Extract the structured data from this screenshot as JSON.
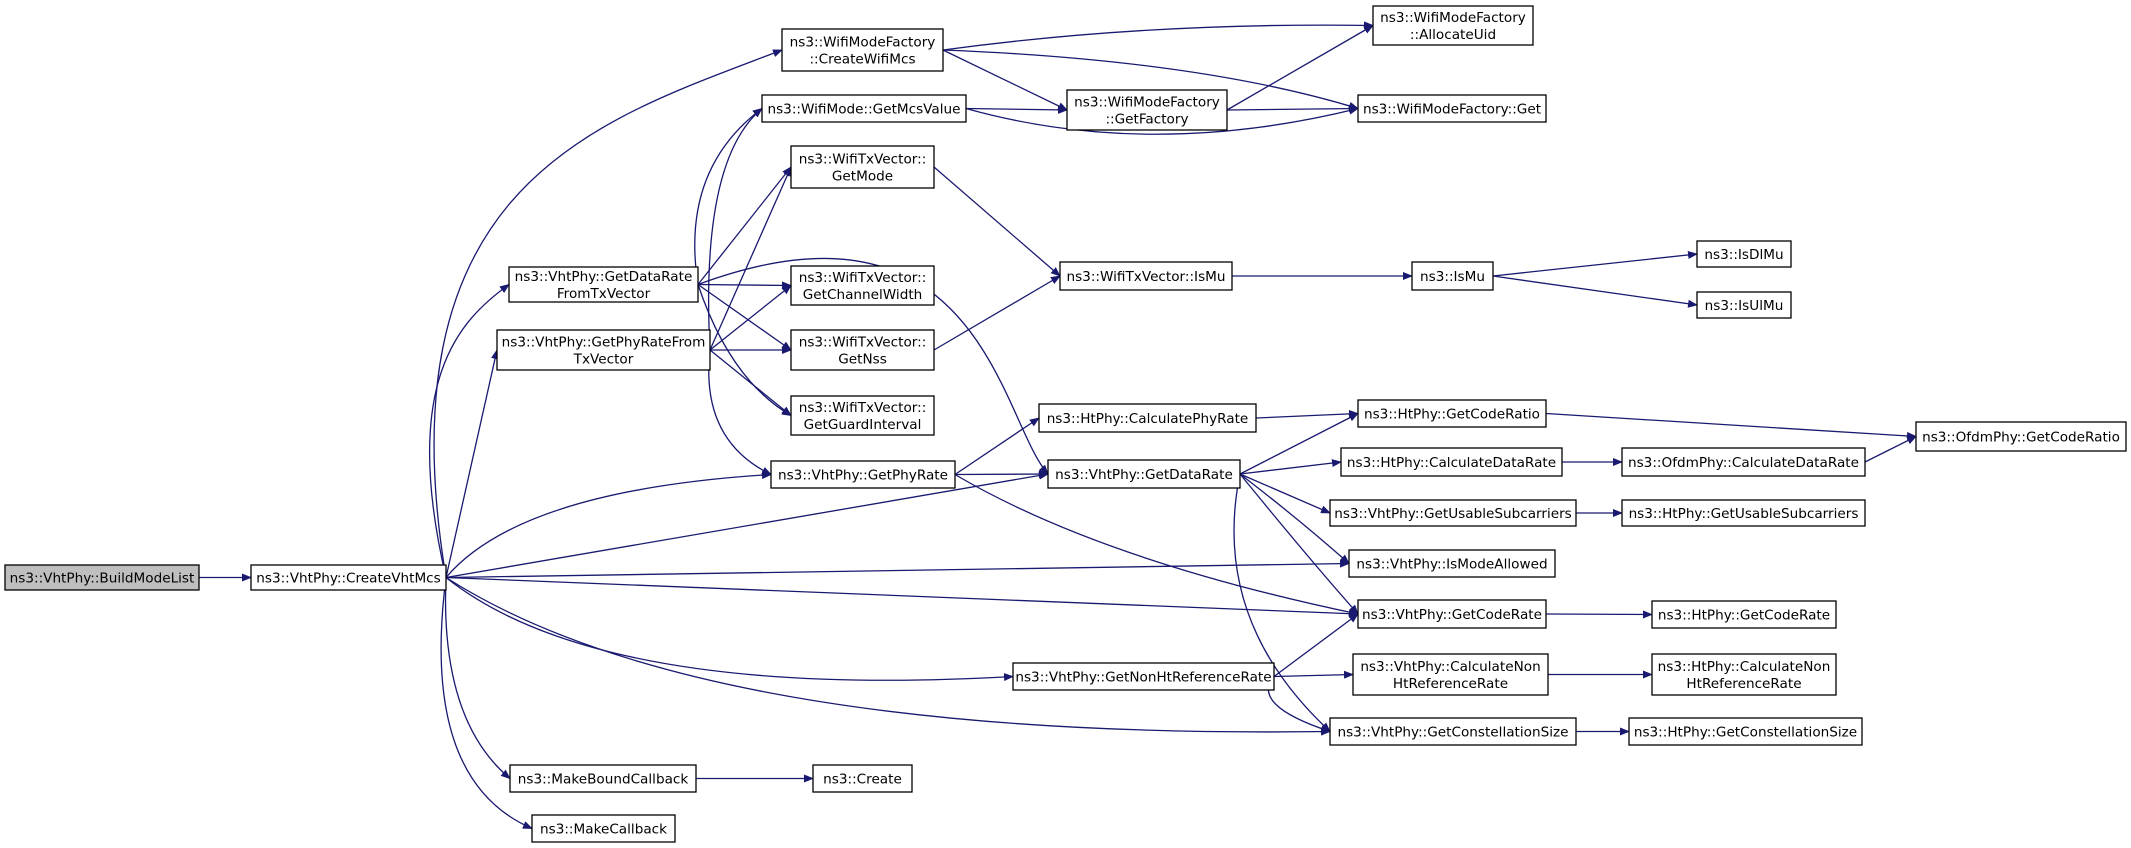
{
  "diagram": {
    "edge_color": "#191970",
    "root_fill": "#bfbfbf",
    "nodes": [
      {
        "id": "buildmodelist",
        "lines": [
          "ns3::VhtPhy::BuildModeList"
        ],
        "root": true
      },
      {
        "id": "createvhtmcs",
        "lines": [
          "ns3::VhtPhy::CreateVhtMcs"
        ]
      },
      {
        "id": "createwifimcs",
        "lines": [
          "ns3::WifiModeFactory",
          "::CreateWifiMcs"
        ]
      },
      {
        "id": "allocateuid",
        "lines": [
          "ns3::WifiModeFactory",
          "::AllocateUid"
        ]
      },
      {
        "id": "getfactory",
        "lines": [
          "ns3::WifiModeFactory",
          "::GetFactory"
        ]
      },
      {
        "id": "factoryget",
        "lines": [
          "ns3::WifiModeFactory::Get"
        ]
      },
      {
        "id": "getmcsvalue",
        "lines": [
          "ns3::WifiMode::GetMcsValue"
        ]
      },
      {
        "id": "getmode",
        "lines": [
          "ns3::WifiTxVector::",
          "GetMode"
        ]
      },
      {
        "id": "getdatarate_txv",
        "lines": [
          "ns3::VhtPhy::GetDataRate",
          "FromTxVector"
        ]
      },
      {
        "id": "getchannelwidth",
        "lines": [
          "ns3::WifiTxVector::",
          "GetChannelWidth"
        ]
      },
      {
        "id": "getphyrate_txv",
        "lines": [
          "ns3::VhtPhy::GetPhyRateFrom",
          "TxVector"
        ]
      },
      {
        "id": "getnss",
        "lines": [
          "ns3::WifiTxVector::",
          "GetNss"
        ]
      },
      {
        "id": "getguardinterval",
        "lines": [
          "ns3::WifiTxVector::",
          "GetGuardInterval"
        ]
      },
      {
        "id": "txismu",
        "lines": [
          "ns3::WifiTxVector::IsMu"
        ]
      },
      {
        "id": "ismu",
        "lines": [
          "ns3::IsMu"
        ]
      },
      {
        "id": "isdlmu",
        "lines": [
          "ns3::IsDlMu"
        ]
      },
      {
        "id": "isulmu",
        "lines": [
          "ns3::IsUlMu"
        ]
      },
      {
        "id": "ht_calcphyrate",
        "lines": [
          "ns3::HtPhy::CalculatePhyRate"
        ]
      },
      {
        "id": "ht_getcoderatio",
        "lines": [
          "ns3::HtPhy::GetCodeRatio"
        ]
      },
      {
        "id": "ofdm_getcoderatio",
        "lines": [
          "ns3::OfdmPhy::GetCodeRatio"
        ]
      },
      {
        "id": "vht_getphyrate",
        "lines": [
          "ns3::VhtPhy::GetPhyRate"
        ]
      },
      {
        "id": "vht_getdatarate",
        "lines": [
          "ns3::VhtPhy::GetDataRate"
        ]
      },
      {
        "id": "ht_calcdatarate",
        "lines": [
          "ns3::HtPhy::CalculateDataRate"
        ]
      },
      {
        "id": "ofdm_calcdatarate",
        "lines": [
          "ns3::OfdmPhy::CalculateDataRate"
        ]
      },
      {
        "id": "vht_getusable",
        "lines": [
          "ns3::VhtPhy::GetUsableSubcarriers"
        ]
      },
      {
        "id": "ht_getusable",
        "lines": [
          "ns3::HtPhy::GetUsableSubcarriers"
        ]
      },
      {
        "id": "ismodeallowed",
        "lines": [
          "ns3::VhtPhy::IsModeAllowed"
        ]
      },
      {
        "id": "vht_getcoderate",
        "lines": [
          "ns3::VhtPhy::GetCodeRate"
        ]
      },
      {
        "id": "ht_getcoderate",
        "lines": [
          "ns3::HtPhy::GetCodeRate"
        ]
      },
      {
        "id": "vht_getnonht",
        "lines": [
          "ns3::VhtPhy::GetNonHtReferenceRate"
        ]
      },
      {
        "id": "vht_calcnonht",
        "lines": [
          "ns3::VhtPhy::CalculateNon",
          "HtReferenceRate"
        ]
      },
      {
        "id": "ht_calcnonht",
        "lines": [
          "ns3::HtPhy::CalculateNon",
          "HtReferenceRate"
        ]
      },
      {
        "id": "vht_getconst",
        "lines": [
          "ns3::VhtPhy::GetConstellationSize"
        ]
      },
      {
        "id": "ht_getconst",
        "lines": [
          "ns3::HtPhy::GetConstellationSize"
        ]
      },
      {
        "id": "makeboundcallback",
        "lines": [
          "ns3::MakeBoundCallback"
        ]
      },
      {
        "id": "create",
        "lines": [
          "ns3::Create"
        ]
      },
      {
        "id": "makecallback",
        "lines": [
          "ns3::MakeCallback"
        ]
      }
    ],
    "edges": [
      [
        "buildmodelist",
        "createvhtmcs"
      ],
      [
        "createvhtmcs",
        "createwifimcs"
      ],
      [
        "createvhtmcs",
        "getdatarate_txv"
      ],
      [
        "createvhtmcs",
        "getphyrate_txv"
      ],
      [
        "createvhtmcs",
        "vht_getphyrate"
      ],
      [
        "createvhtmcs",
        "vht_getdatarate"
      ],
      [
        "createvhtmcs",
        "ismodeallowed"
      ],
      [
        "createvhtmcs",
        "vht_getcoderate"
      ],
      [
        "createvhtmcs",
        "vht_getnonht"
      ],
      [
        "createvhtmcs",
        "vht_getconst"
      ],
      [
        "createvhtmcs",
        "makeboundcallback"
      ],
      [
        "createvhtmcs",
        "makecallback"
      ],
      [
        "createwifimcs",
        "allocateuid"
      ],
      [
        "createwifimcs",
        "getfactory"
      ],
      [
        "createwifimcs",
        "factoryget"
      ],
      [
        "getfactory",
        "allocateuid"
      ],
      [
        "getfactory",
        "factoryget"
      ],
      [
        "getmcsvalue",
        "getfactory"
      ],
      [
        "getmcsvalue",
        "factoryget"
      ],
      [
        "getdatarate_txv",
        "getmcsvalue"
      ],
      [
        "getdatarate_txv",
        "getmode"
      ],
      [
        "getdatarate_txv",
        "getchannelwidth"
      ],
      [
        "getdatarate_txv",
        "getnss"
      ],
      [
        "getdatarate_txv",
        "getguardinterval"
      ],
      [
        "getdatarate_txv",
        "vht_getdatarate"
      ],
      [
        "getphyrate_txv",
        "getmcsvalue"
      ],
      [
        "getphyrate_txv",
        "getmode"
      ],
      [
        "getphyrate_txv",
        "getchannelwidth"
      ],
      [
        "getphyrate_txv",
        "getnss"
      ],
      [
        "getphyrate_txv",
        "getguardinterval"
      ],
      [
        "getphyrate_txv",
        "vht_getphyrate"
      ],
      [
        "getmode",
        "txismu"
      ],
      [
        "getnss",
        "txismu"
      ],
      [
        "txismu",
        "ismu"
      ],
      [
        "ismu",
        "isdlmu"
      ],
      [
        "ismu",
        "isulmu"
      ],
      [
        "vht_getphyrate",
        "ht_calcphyrate"
      ],
      [
        "vht_getphyrate",
        "vht_getdatarate"
      ],
      [
        "vht_getphyrate",
        "vht_getcoderate"
      ],
      [
        "ht_calcphyrate",
        "ht_getcoderatio"
      ],
      [
        "ht_getcoderatio",
        "ofdm_getcoderatio"
      ],
      [
        "vht_getdatarate",
        "ht_getcoderatio"
      ],
      [
        "vht_getdatarate",
        "ht_calcdatarate"
      ],
      [
        "vht_getdatarate",
        "vht_getusable"
      ],
      [
        "vht_getdatarate",
        "ismodeallowed"
      ],
      [
        "vht_getdatarate",
        "vht_getcoderate"
      ],
      [
        "vht_getdatarate",
        "vht_getconst"
      ],
      [
        "ht_calcdatarate",
        "ofdm_calcdatarate"
      ],
      [
        "ofdm_calcdatarate",
        "ofdm_getcoderatio"
      ],
      [
        "vht_getusable",
        "ht_getusable"
      ],
      [
        "vht_getcoderate",
        "ht_getcoderate"
      ],
      [
        "vht_getnonht",
        "vht_getcoderate"
      ],
      [
        "vht_getnonht",
        "vht_calcnonht"
      ],
      [
        "vht_getnonht",
        "vht_getconst"
      ],
      [
        "vht_calcnonht",
        "ht_calcnonht"
      ],
      [
        "vht_getconst",
        "ht_getconst"
      ],
      [
        "makeboundcallback",
        "create"
      ]
    ]
  }
}
